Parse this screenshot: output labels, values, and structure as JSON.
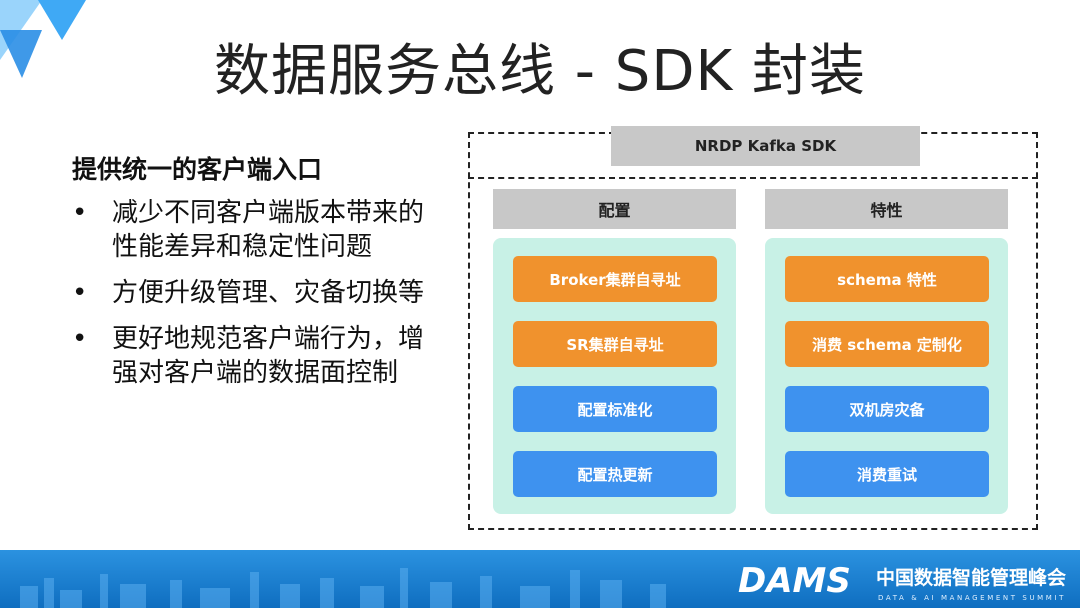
{
  "slide": {
    "title": "数据服务总线 - SDK 封装",
    "subheading": "提供统一的客户端入口",
    "bullets": [
      "减少不同客户端版本带来的性能差异和稳定性问题",
      "方便升级管理、灾备切换等",
      "更好地规范客户端行为，增强对客户端的数据面控制"
    ],
    "bullet_symbol": "•"
  },
  "diagram": {
    "sdk_label": "NRDP Kafka SDK",
    "columns": [
      {
        "header": "配置",
        "items": [
          {
            "label": "Broker集群自寻址",
            "color": "orange"
          },
          {
            "label": "SR集群自寻址",
            "color": "orange"
          },
          {
            "label": "配置标准化",
            "color": "blue"
          },
          {
            "label": "配置热更新",
            "color": "blue"
          }
        ]
      },
      {
        "header": "特性",
        "items": [
          {
            "label": "schema 特性",
            "color": "orange"
          },
          {
            "label": "消费 schema 定制化",
            "color": "orange"
          },
          {
            "label": "双机房灾备",
            "color": "blue"
          },
          {
            "label": "消费重试",
            "color": "blue"
          }
        ]
      }
    ]
  },
  "footer": {
    "logo_text": "DAMS",
    "conference_name": "中国数据智能管理峰会",
    "tagline": "DATA & AI MANAGEMENT SUMMIT"
  },
  "colors": {
    "orange": "#f0922d",
    "blue": "#3e92ef",
    "panel": "#c8f1e6",
    "header_gray": "#c8c8c8",
    "footer_blue": "#1577c9",
    "corner_blue": "#3fa9f5"
  }
}
